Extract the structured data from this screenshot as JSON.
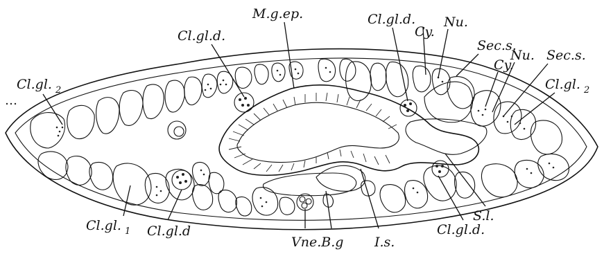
{
  "figure": {
    "labels": {
      "m_g_ep": "M.g.ep.",
      "cl_gl_d_top": "Cl.gl.d.",
      "cl_gl_d_top2": "Cl.gl.d.",
      "cy_1": "Cy.",
      "nu_1": "Nu.",
      "sec_s_1": "Sec.s.",
      "cy_2": "Cy.",
      "nu_2": "Nu.",
      "sec_s_2": "Sec.s.",
      "cl_gl_2_left": "Cl.gl.",
      "cl_gl_2_left_sub": "2",
      "cl_gl_2_right": "Cl.gl.",
      "cl_gl_2_right_sub": "2",
      "cl_gl_1": "Cl.gl.",
      "cl_gl_1_sub": "1",
      "cl_gl_d_bottom": "Cl.gl.d",
      "vne_bg": "Vne.B.g",
      "i_s": "I.s.",
      "cl_gl_d_bottom2": "Cl.gl.d.",
      "s_l": "S.l."
    }
  }
}
